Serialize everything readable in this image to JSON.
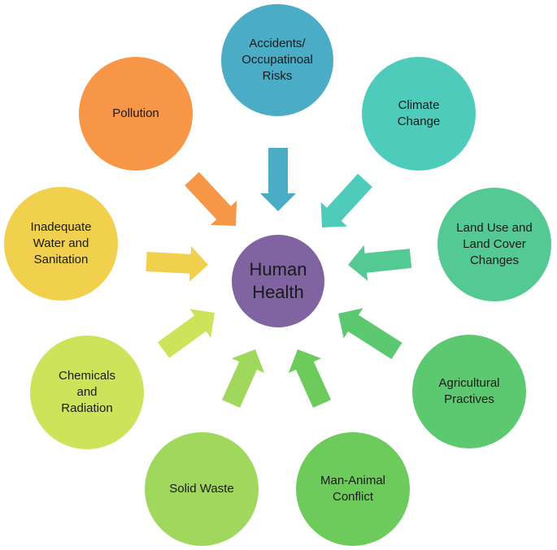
{
  "center": {
    "label": "Human\nHealth",
    "color": "#8064a2"
  },
  "nodes": [
    {
      "label": "Accidents/\nOccupatinoal\nRisks",
      "color": "#4bacc6",
      "arrow": "#4bacc6"
    },
    {
      "label": "Climate\nChange",
      "color": "#4fcbbc",
      "arrow": "#4fcbbc"
    },
    {
      "label": "Land Use and\nLand Cover\nChanges",
      "color": "#55c993",
      "arrow": "#55c993"
    },
    {
      "label": "Agricultural\nPractives",
      "color": "#5cc86f",
      "arrow": "#5cc86f"
    },
    {
      "label": "Man-Animal\nConflict",
      "color": "#6ccb5a",
      "arrow": "#6ccb5a"
    },
    {
      "label": "Solid Waste",
      "color": "#9fd85c",
      "arrow": "#9fd85c"
    },
    {
      "label": "Chemicals\nand\nRadiation",
      "color": "#cde35a",
      "arrow": "#cde35a"
    },
    {
      "label": "Inadequate\nWater and\nSanitation",
      "color": "#f0d04c",
      "arrow": "#f0d04c"
    },
    {
      "label": "Pollution",
      "color": "#f79646",
      "arrow": "#f79646"
    }
  ]
}
